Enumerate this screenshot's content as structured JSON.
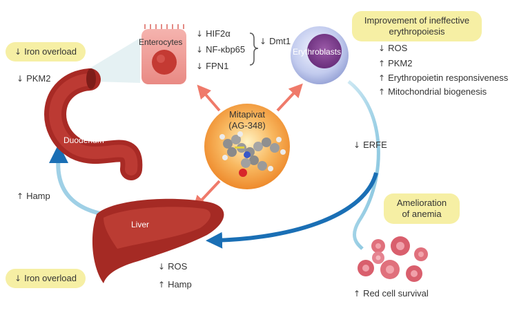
{
  "center": {
    "line1": "Mitapivat",
    "line2": "(AG-348)"
  },
  "organs": {
    "enterocytes": "Enterocytes",
    "erythroblasts": "Erythroblasts",
    "duodenum": "Duodenum",
    "liver": "Liver"
  },
  "pills": {
    "iron_overload_top": "Iron overload",
    "iron_overload_bottom": "Iron overload",
    "ineffective_line1": "Improvement of ineffective",
    "ineffective_line2": "erythropoiesis",
    "anemia_line1": "Amelioration",
    "anemia_line2": "of anemia"
  },
  "enterocyte_markers": [
    {
      "dir": "↓",
      "text": "HIF2α"
    },
    {
      "dir": "↓",
      "text": "NF-κbp65"
    },
    {
      "dir": "↓",
      "text": "FPN1"
    }
  ],
  "dmt1": {
    "dir": "↓",
    "text": "Dmt1"
  },
  "erythroblast_markers": [
    {
      "dir": "↓",
      "text": "ROS"
    },
    {
      "dir": "↑",
      "text": "PKM2"
    },
    {
      "dir": "↑",
      "text": "Erythropoietin responsiveness"
    },
    {
      "dir": "↑",
      "text": "Mitochondrial biogenesis"
    }
  ],
  "duodenum_marker": {
    "dir": "↓",
    "text": "PKM2"
  },
  "hamp_left": {
    "dir": "↑",
    "text": "Hamp"
  },
  "erfe": {
    "dir": "↓",
    "text": "ERFE"
  },
  "liver_markers": [
    {
      "dir": "↓",
      "text": "ROS"
    },
    {
      "dir": "↑",
      "text": "Hamp"
    }
  ],
  "red_cell": {
    "dir": "↑",
    "text": "Red cell survival"
  },
  "colors": {
    "pill": "#f6efa4",
    "center_orange": "#f39a3a",
    "arrow_red": "#ef7a6a",
    "arrow_blue": "#1a6fb5",
    "organ_red": "#b8312a"
  }
}
